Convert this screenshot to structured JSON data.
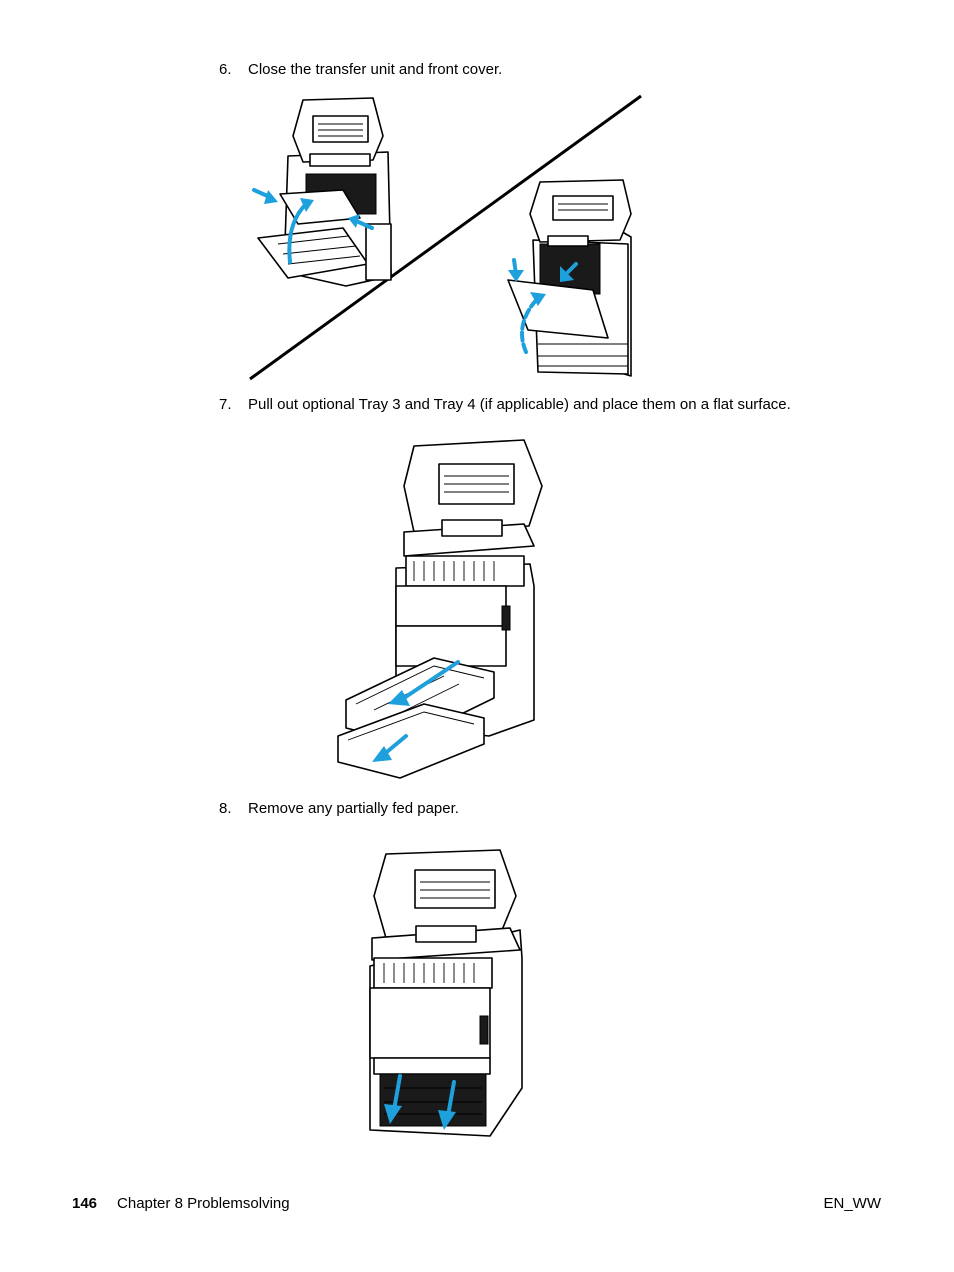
{
  "steps": [
    {
      "number": "6.",
      "text": "Close the transfer unit and front cover."
    },
    {
      "number": "7.",
      "text": "Pull out optional Tray 3 and Tray 4 (if applicable) and place them on a flat surface."
    },
    {
      "number": "8.",
      "text": "Remove any partially fed paper."
    }
  ],
  "footer": {
    "page_number": "146",
    "chapter": "Chapter 8 Problemsolving",
    "locale": "EN_WW"
  },
  "colors": {
    "accent_arrow": "#1ea0dc"
  }
}
